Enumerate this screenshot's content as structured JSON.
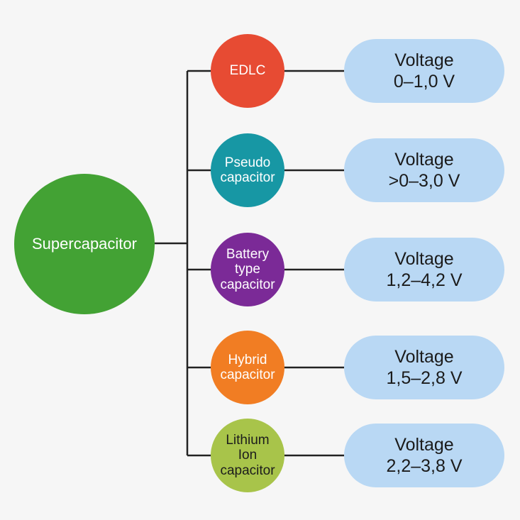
{
  "root": {
    "label": "Supercapacitor",
    "color": "#43a234"
  },
  "categories": [
    {
      "label": "EDLC",
      "color": "#e74b33",
      "text_color": "#ffffff",
      "voltage": "Voltage\n0–1,0 V"
    },
    {
      "label": "Pseudo\ncapacitor",
      "color": "#1797a4",
      "text_color": "#ffffff",
      "voltage": "Voltage\n>0–3,0 V"
    },
    {
      "label": "Battery\ntype\ncapacitor",
      "color": "#7b2a97",
      "text_color": "#ffffff",
      "voltage": "Voltage\n1,2–4,2 V"
    },
    {
      "label": "Hybrid\ncapacitor",
      "color": "#f17d23",
      "text_color": "#ffffff",
      "voltage": "Voltage\n1,5–2,8 V"
    },
    {
      "label": "Lithium\nIon\ncapacitor",
      "color": "#a8c44a",
      "text_color": "#1c1c1c",
      "voltage": "Voltage\n2,2–3,8 V"
    }
  ],
  "colors": {
    "connector": "#222222",
    "pill_fill": "#b9d8f4"
  }
}
